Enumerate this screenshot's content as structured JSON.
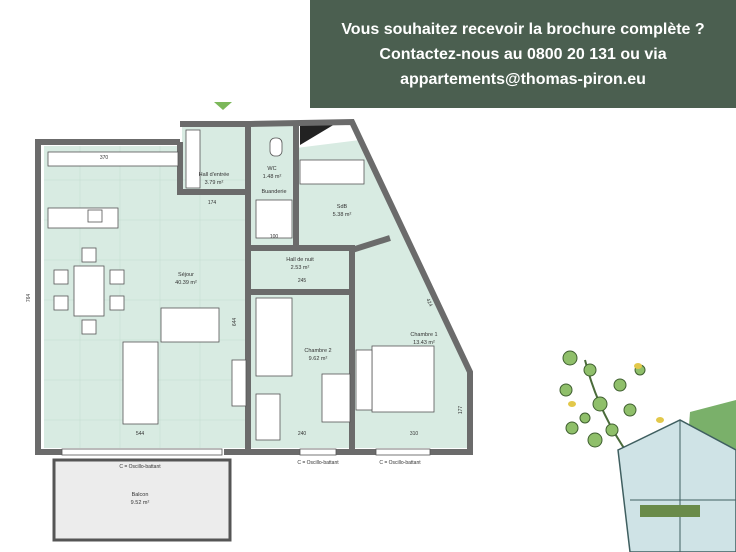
{
  "banner": {
    "line1": "Vous souhaitez recevoir la brochure complète ?",
    "line2": "Contactez-nous au 0800 20 131 ou via",
    "line3": "appartements@thomas-piron.eu"
  },
  "rooms": {
    "sejour": {
      "name": "Séjour",
      "area": "40.39 m²"
    },
    "hall_entree": {
      "name": "Hall d'entrée",
      "area": "3.79 m²"
    },
    "wc": {
      "name": "WC",
      "area": "1.48 m²"
    },
    "buanderie": {
      "name": "Buanderie"
    },
    "sdb": {
      "name": "SdB",
      "area": "5.38 m²"
    },
    "hall_nuit": {
      "name": "Hall de nuit",
      "area": "2.53 m²"
    },
    "chambre2": {
      "name": "Chambre 2",
      "area": "9.62 m²"
    },
    "chambre1": {
      "name": "Chambre 1",
      "area": "13.43 m²"
    },
    "balcon": {
      "name": "Balcon",
      "area": "9.52 m²"
    }
  },
  "dimensions": {
    "d764": "764",
    "d544": "544",
    "d644": "644",
    "d174": "174",
    "d245": "245",
    "d240": "240",
    "d310": "310",
    "d177": "177",
    "d100": "100",
    "d370": "370",
    "d424": "424"
  },
  "windows": {
    "w1": "C = Oscillo-battant",
    "w2": "C = Oscillo-battant",
    "w3": "C = Oscillo-battant"
  },
  "colors": {
    "banner": "#4b5f50",
    "floor": "#d8ebe2",
    "wall": "#6b6b6b"
  }
}
